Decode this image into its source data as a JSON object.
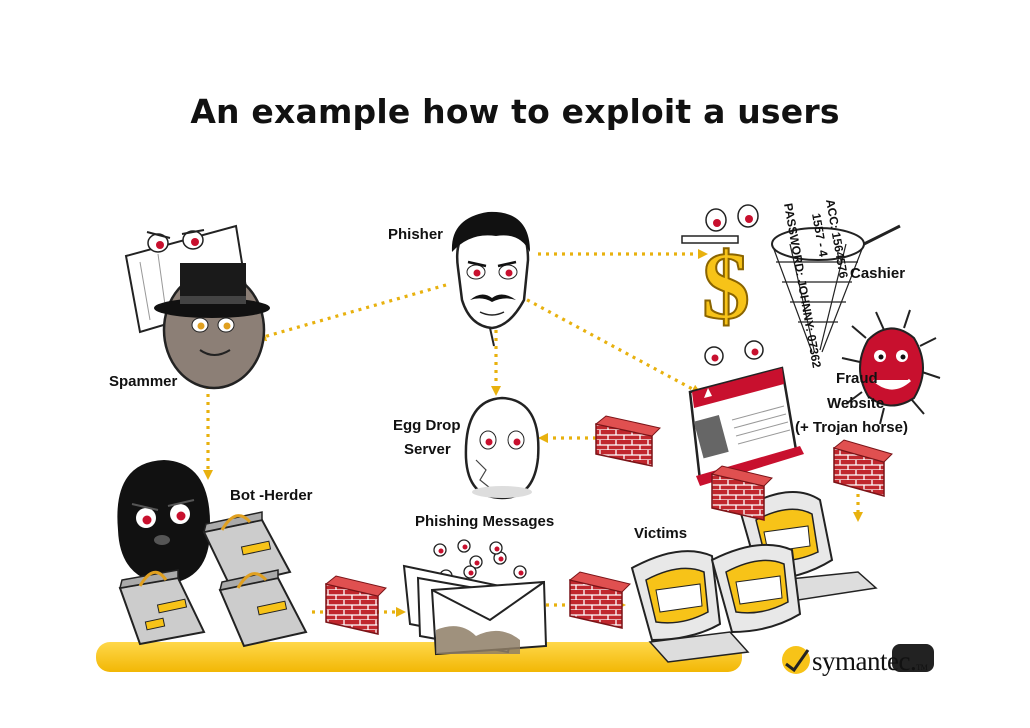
{
  "slide": {
    "title": "An example how to exploit a users",
    "labels": {
      "phisher": "Phisher",
      "cashier": "Cashier",
      "spammer": "Spammer",
      "fraud_line1": "Fraud",
      "fraud_line2": "Website",
      "fraud_line3": "(+ Trojan horse)",
      "egg_line1": "Egg Drop",
      "egg_line2": "Server",
      "bot_herder": "Bot -Herder",
      "phishing_messages": "Phishing Messages",
      "victims": "Victims"
    },
    "net_text": {
      "line1": "ACC: 1564576",
      "line2": "1557 - 4",
      "line3": "PASSWORD: JOHNNY: 07362"
    },
    "logo": {
      "name": "symantec.",
      "tm": "TM"
    },
    "colors": {
      "accent": "#F7C318",
      "arrow": "#E8B10E",
      "firewall": "#C0272D",
      "eyes": "#C8102E"
    }
  }
}
